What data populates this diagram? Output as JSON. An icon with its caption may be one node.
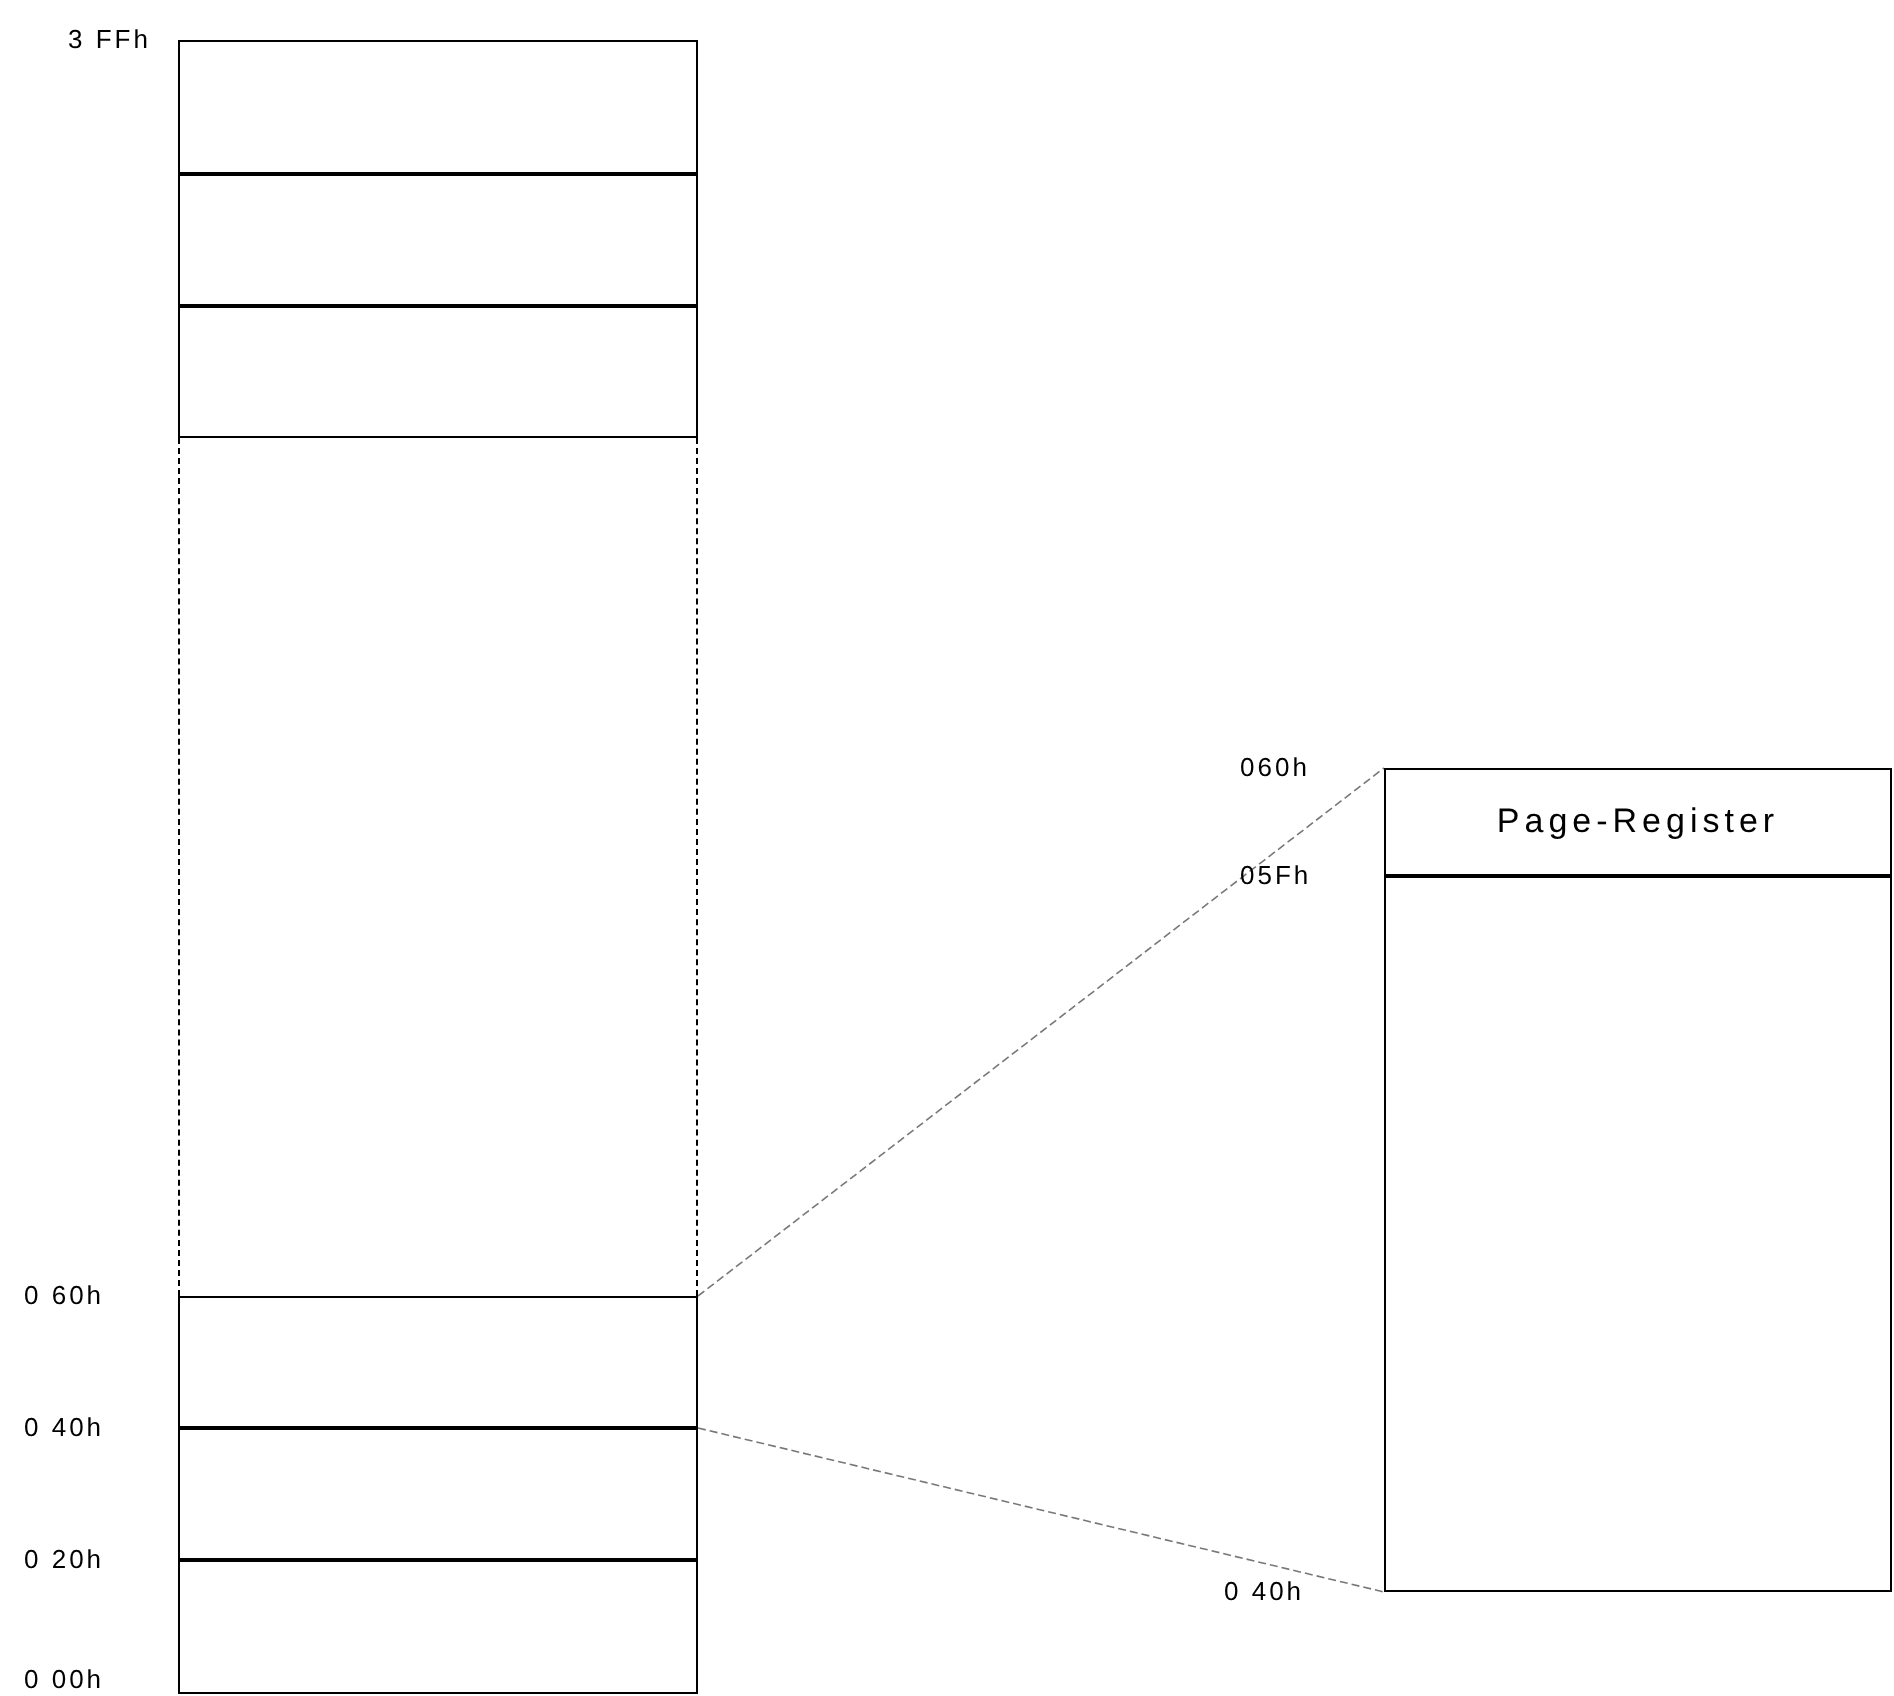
{
  "diagram": {
    "nodes": [
      {
        "text": [],
        "shape": "box"
      },
      {
        "text": [],
        "shape": "box"
      },
      {
        "text": [],
        "shape": "box"
      },
      {
        "text": [],
        "shape": "box"
      },
      {
        "text": [],
        "shape": "box"
      },
      {
        "text": [],
        "shape": "box"
      },
      {
        "text": [],
        "shape": "box"
      },
      {
        "text": [
          "Page-Register"
        ]
      },
      {
        "text": [],
        "shape": "box"
      }
    ],
    "edges": [
      {
        "from": 4,
        "to": 7,
        "arrow": "none",
        "style": "dashed"
      },
      {
        "from": 4,
        "to": 8,
        "arrow": "none",
        "style": "dashed"
      }
    ],
    "labels": [
      "3 FFh",
      "0 60h",
      "0 40h",
      "0 20h",
      "0 00h",
      "060h",
      "05Fh",
      "0 40h"
    ]
  }
}
